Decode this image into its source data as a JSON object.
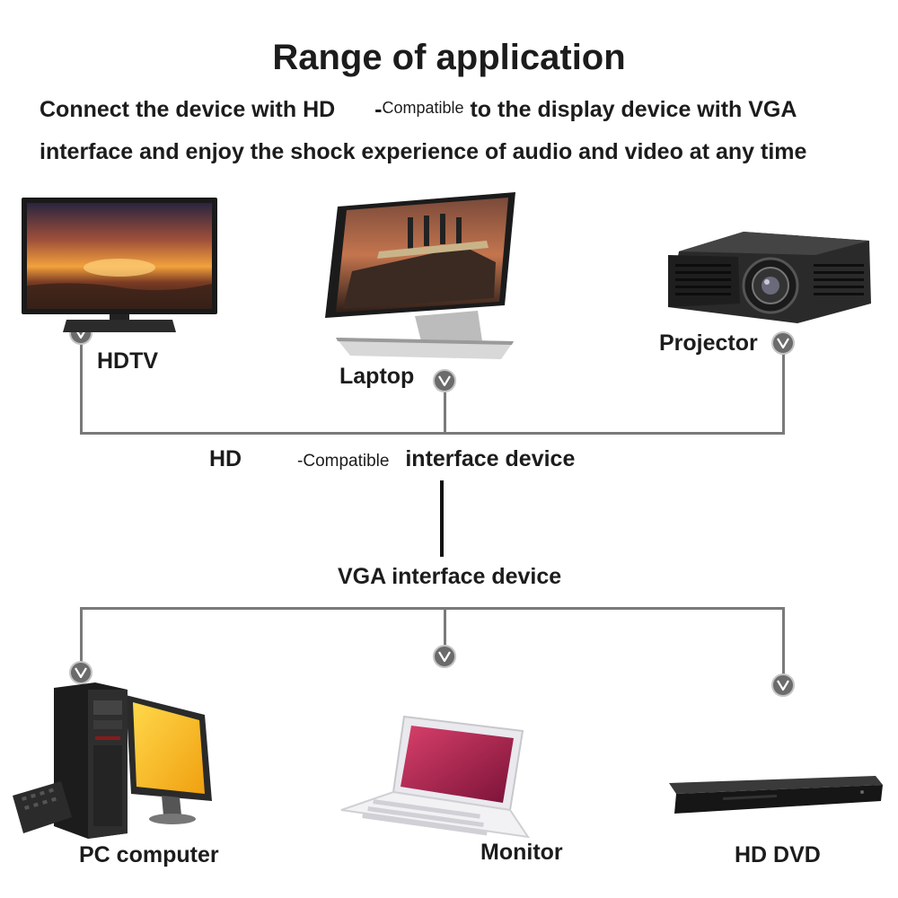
{
  "heading": {
    "title": "Range of application",
    "line1_a": "Connect the device with HD",
    "line1_dash": "-",
    "line1_small": "Compatible",
    "line1_b": "to the display device with VGA",
    "line2": "interface and enjoy the shock experience of audio and video at any time"
  },
  "top_devices": {
    "hdtv": "HDTV",
    "laptop": "Laptop",
    "projector": "Projector"
  },
  "middle": {
    "hd_label": "HD",
    "dash": "-",
    "compatible_small": "Compatible",
    "interface_device": "interface device",
    "vga_label": "VGA interface device"
  },
  "bottom_devices": {
    "pc": "PC computer",
    "monitor": "Monitor",
    "hddvd": "HD DVD"
  },
  "colors": {
    "wire": "#7a7a7a",
    "badge": "#6b6b6b",
    "text": "#1c1c1c"
  },
  "icons": [
    "tv-icon",
    "monitor-icon",
    "projector-icon",
    "pc-icon",
    "netbook-icon",
    "dvd-player-icon",
    "v-badge-icon"
  ]
}
